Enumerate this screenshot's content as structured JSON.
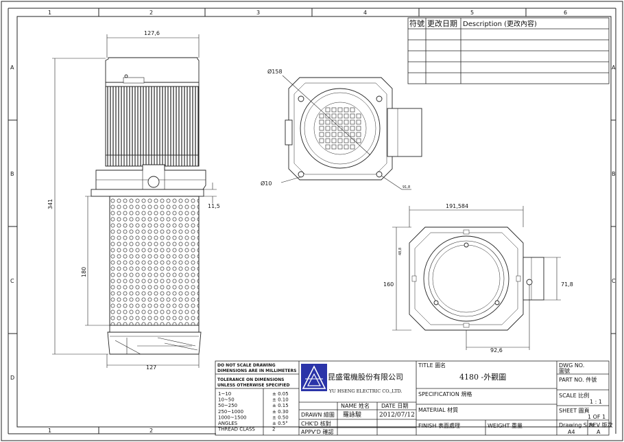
{
  "frame": {
    "columns": [
      "1",
      "2",
      "3",
      "4",
      "5",
      "6"
    ],
    "columns_bottom": [
      "1",
      "2"
    ],
    "rows": [
      "A",
      "B",
      "C",
      "D"
    ]
  },
  "revision_table": {
    "headers": [
      "符號",
      "更改日期",
      "Description (更改內容)"
    ]
  },
  "dimensions": {
    "top_width": "127,6",
    "overall_height": "341",
    "strainer_height": "180",
    "bottom_width": "127",
    "flange_thickness": "11,5",
    "motor_diameter": "Ø158",
    "hole_diameter": "Ø10",
    "small_dim": "91,8",
    "base_width": "191,584",
    "base_height": "160",
    "box_height": "71,8",
    "offset": "92,6",
    "vertical_small": "48,8"
  },
  "title_block": {
    "notes": {
      "l1": "DO NOT SCALE DRAWING",
      "l2": "DIMENSIONS ARE IN MILLIMETERS",
      "l3": "TOLERANCE ON DIMENSIONS",
      "l4": "UNLESS OTHERWISE SPECIFIED"
    },
    "tolerances": [
      {
        "range": "1~10",
        "tol": "± 0.05"
      },
      {
        "range": "10~50",
        "tol": "± 0.10"
      },
      {
        "range": "50~250",
        "tol": "± 0.15"
      },
      {
        "range": "250~1000",
        "tol": "± 0.30"
      },
      {
        "range": "1000~1500",
        "tol": "± 0.50"
      },
      {
        "range": "ANGLES",
        "tol": "± 0.5°"
      },
      {
        "range": "THREAD CLASS",
        "tol": "2"
      }
    ],
    "company_cn": "昆盛電機股份有限公司",
    "company_en": "YU HSENG ELECTRIC CO.,LTD.",
    "name_label": "NAME 姓名",
    "date_label": "DATE 日期",
    "drawn_label": "DRAWN 繪圖",
    "drawn_name": "羅詠駿",
    "drawn_date": "2012/07/12",
    "chkd_label": "CHK'D 核對",
    "apprd_label": "APPV'D 確認",
    "title_label": "TITLE 圖名",
    "title_value": "4180 -外觀圖",
    "spec_label": "SPECIFICATION 規格",
    "material_label": "MATERIAL 材質",
    "finish_label": "FINISH 表面處理",
    "weight_label": "WEIGHT 重量",
    "dwg_no_label": "DWG NO.",
    "dwg_no_sub": "圖號",
    "part_no_label": "PART NO. 件號",
    "scale_label": "SCALE 比例",
    "scale_value": "1 : 1",
    "sheet_label": "SHEET 圖頁",
    "sheet_value": "1 OF 1",
    "size_label": "Drawing Size",
    "size_value": "A4",
    "rev_label": "REV 版次",
    "rev_value": "A"
  }
}
